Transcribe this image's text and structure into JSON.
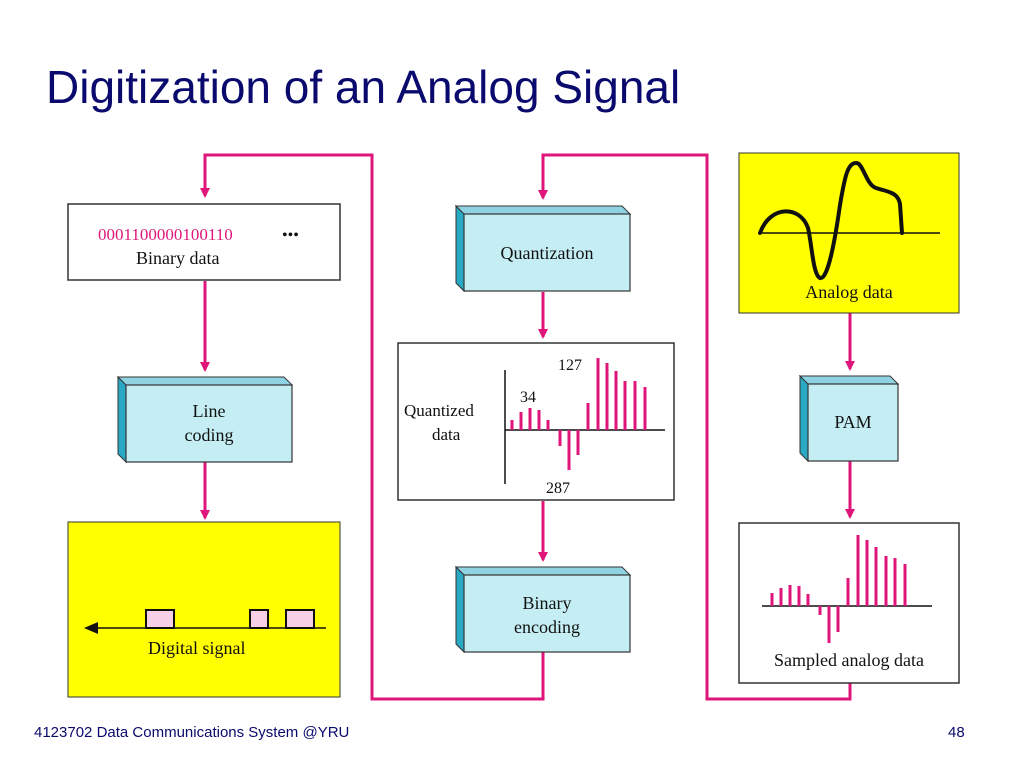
{
  "slide": {
    "title": "Digitization of an Analog Signal",
    "footer_left": "4123702 Data Communications System @YRU",
    "page_number": "48"
  },
  "colors": {
    "accent": "#e0157a",
    "box_cyan": "#c5eef4",
    "box_side": "#2aa9c4",
    "yellow": "#ffff00",
    "title": "#0a0a6e"
  },
  "diagram": {
    "binary_data": {
      "bits": "0001100000100110",
      "ellipsis": "•••",
      "label": "Binary data"
    },
    "line_coding": {
      "line1": "Line",
      "line2": "coding"
    },
    "digital_signal": {
      "label": "Digital signal"
    },
    "quantization": {
      "label": "Quantization"
    },
    "quantized_data": {
      "line1": "Quantized",
      "line2": "data",
      "val_top": "127",
      "val_mid": "34",
      "val_bottom": "287"
    },
    "binary_encoding": {
      "line1": "Binary",
      "line2": "encoding"
    },
    "analog_data": {
      "label": "Analog data"
    },
    "pam": {
      "label": "PAM"
    },
    "sampled": {
      "label": "Sampled analog data"
    }
  }
}
